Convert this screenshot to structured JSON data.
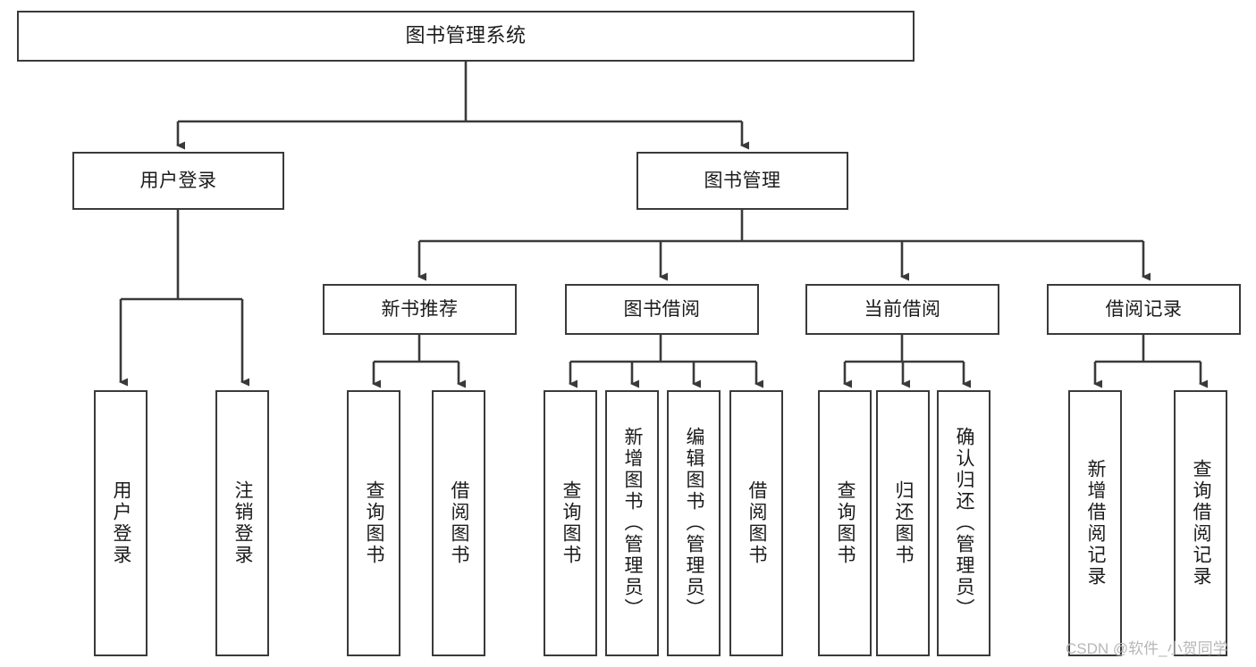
{
  "diagram": {
    "title": "图书管理系统",
    "type": "tree-hierarchy",
    "root": {
      "label": "图书管理系统"
    },
    "level1": [
      {
        "id": "user-login",
        "label": "用户登录"
      },
      {
        "id": "book-management",
        "label": "图书管理"
      }
    ],
    "level2": [
      {
        "id": "new-book-recommend",
        "label": "新书推荐",
        "parent": "book-management"
      },
      {
        "id": "book-borrow",
        "label": "图书借阅",
        "parent": "book-management"
      },
      {
        "id": "current-borrow",
        "label": "当前借阅",
        "parent": "book-management"
      },
      {
        "id": "borrow-record",
        "label": "借阅记录",
        "parent": "book-management"
      }
    ],
    "leaves": {
      "user_login": [
        {
          "id": "leaf-user-login",
          "label": "用户登录"
        },
        {
          "id": "leaf-logout-login",
          "label": "注销登录"
        }
      ],
      "new_book_recommend": [
        {
          "id": "leaf-query-book-1",
          "label": "查询图书"
        },
        {
          "id": "leaf-borrow-book-1",
          "label": "借阅图书"
        }
      ],
      "book_borrow": [
        {
          "id": "leaf-query-book-2",
          "label": "查询图书"
        },
        {
          "id": "leaf-add-book",
          "label": "新增图书（管理员）"
        },
        {
          "id": "leaf-edit-book",
          "label": "编辑图书（管理员）"
        },
        {
          "id": "leaf-borrow-book-2",
          "label": "借阅图书"
        }
      ],
      "current_borrow": [
        {
          "id": "leaf-query-book-3",
          "label": "查询图书"
        },
        {
          "id": "leaf-return-book",
          "label": "归还图书"
        },
        {
          "id": "leaf-confirm-return",
          "label": "确认归还（管理员）"
        }
      ],
      "borrow_record": [
        {
          "id": "leaf-add-record",
          "label": "新增借阅记录"
        },
        {
          "id": "leaf-query-record",
          "label": "查询借阅记录"
        }
      ]
    },
    "colors": {
      "stroke": "#3a3a3a",
      "text": "#1b1b1b",
      "background": "#ffffff",
      "watermark": "#b7b7b7"
    }
  },
  "watermark": {
    "text": "CSDN @软件_小贺同学"
  }
}
